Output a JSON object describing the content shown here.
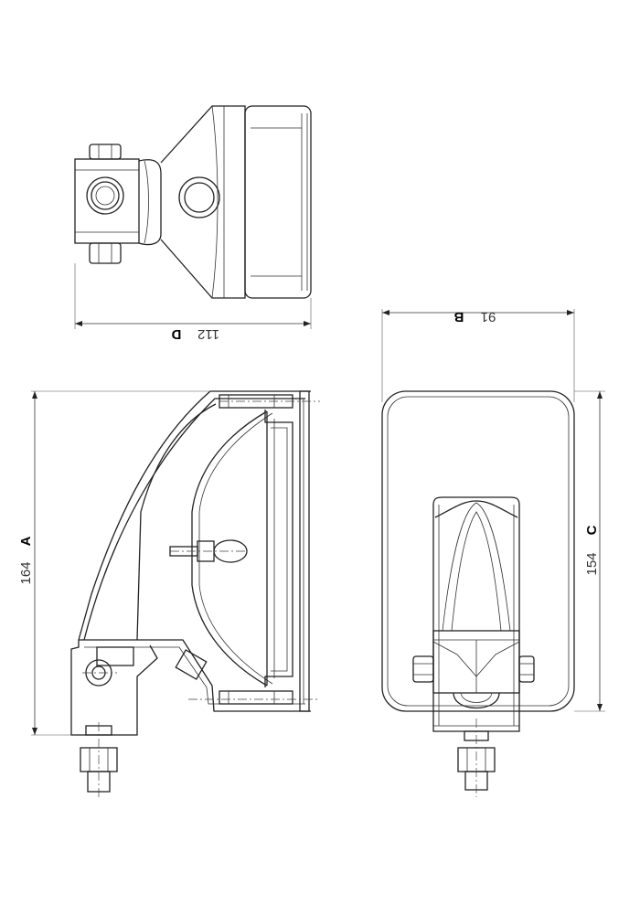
{
  "dimensions": {
    "top_width": {
      "value": "112",
      "letter": "D"
    },
    "front_width": {
      "value": "91",
      "letter": "B"
    },
    "side_height": {
      "value": "164",
      "letter": "A"
    },
    "front_height": {
      "value": "154",
      "letter": "C"
    }
  },
  "colors": {
    "line": "#222222",
    "background": "#ffffff"
  }
}
